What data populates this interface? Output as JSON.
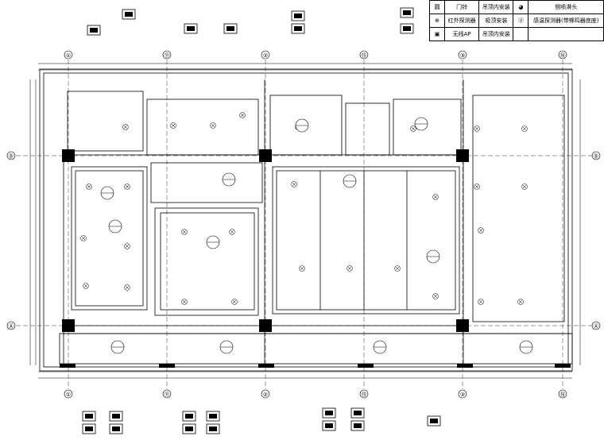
{
  "legend": {
    "rows": [
      {
        "symbol": "圆",
        "col1": "门铃",
        "col2": "吊顶内安装",
        "symbol2": "◕",
        "col3": "侧喷淋头"
      },
      {
        "symbol": "⊕",
        "col1": "红外探测器",
        "col2": "吸顶安装",
        "symbol2": "ⓓ",
        "col3": "感温探测器(带蜂鸣器底座)"
      },
      {
        "symbol": "▣",
        "col1": "无线AP",
        "col2": "吊顶内安装",
        "symbol2": "",
        "col3": ""
      }
    ]
  },
  "axes": {
    "vertical": [
      "①",
      "⑪",
      "②",
      "⑮",
      "③",
      "⑯"
    ],
    "horizontal": [
      "Ⓑ",
      "Ⓐ"
    ]
  },
  "colors": {
    "line": "#000000",
    "background": "#ffffff"
  }
}
